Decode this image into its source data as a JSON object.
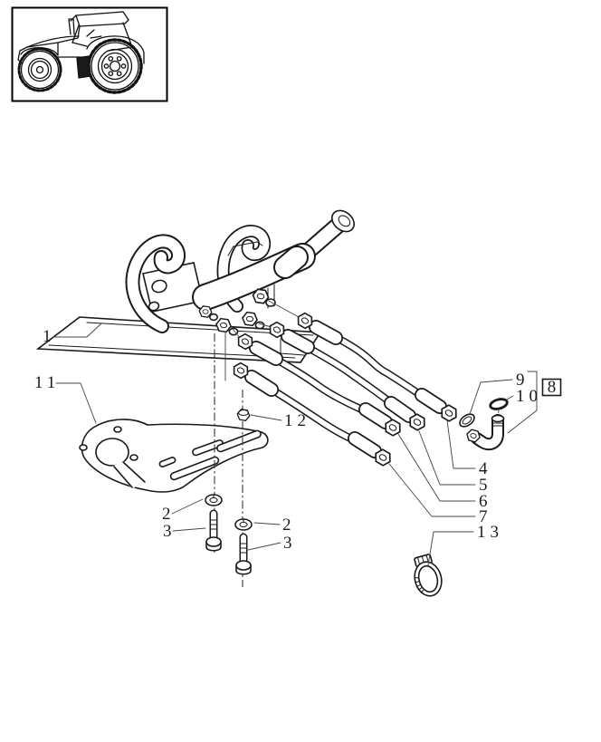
{
  "drawing": {
    "background": "#ffffff",
    "line_color": "#1a1a1a",
    "leader_color": "#474747",
    "thumbnail_icon": "tractor-side-view-icon",
    "callouts": {
      "base_plate": "1",
      "support_plate": "11",
      "nut": "12",
      "washer_front": "2",
      "bolt_front": "3",
      "washer_rear": "2",
      "bolt_rear": "3",
      "hose_a": "4",
      "hose_b": "5",
      "hose_c": "6",
      "hose_d": "7",
      "seal": "9",
      "o_ring": "10",
      "elbow_kit": "8",
      "clamp": "13"
    }
  }
}
